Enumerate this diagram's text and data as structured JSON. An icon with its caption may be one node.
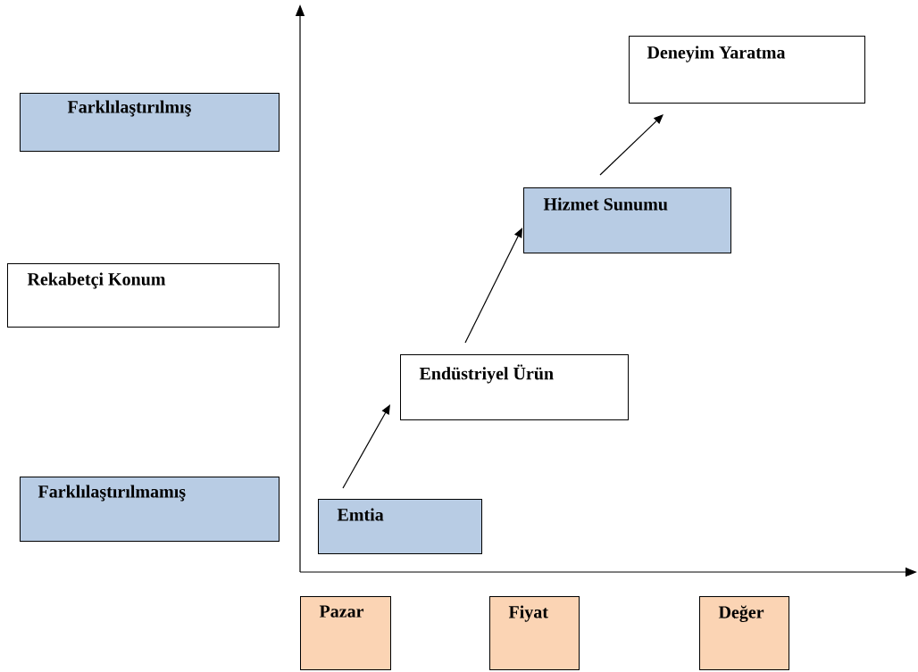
{
  "diagram": {
    "nodes": [
      {
        "text": [
          "Farklılaştırılmış"
        ]
      },
      {
        "text": [
          "Rekabetçi Konum"
        ]
      },
      {
        "text": [
          "Farklılaştırılmamış"
        ]
      },
      {
        "text": [
          "Emtia"
        ]
      },
      {
        "text": [
          "Endüstriyel Ürün"
        ]
      },
      {
        "text": [
          "Hizmet Sunumu"
        ]
      },
      {
        "text": [
          "Deneyim Yaratma"
        ]
      },
      {
        "text": [
          "Pazar"
        ]
      },
      {
        "text": [
          "Fiyat"
        ]
      },
      {
        "text": [
          "Değer"
        ]
      }
    ],
    "edges": [
      {
        "from": 3,
        "to": 4,
        "arrow": "to"
      },
      {
        "from": 4,
        "to": 5,
        "arrow": "to"
      },
      {
        "from": 5,
        "to": 6,
        "arrow": "to"
      }
    ]
  }
}
